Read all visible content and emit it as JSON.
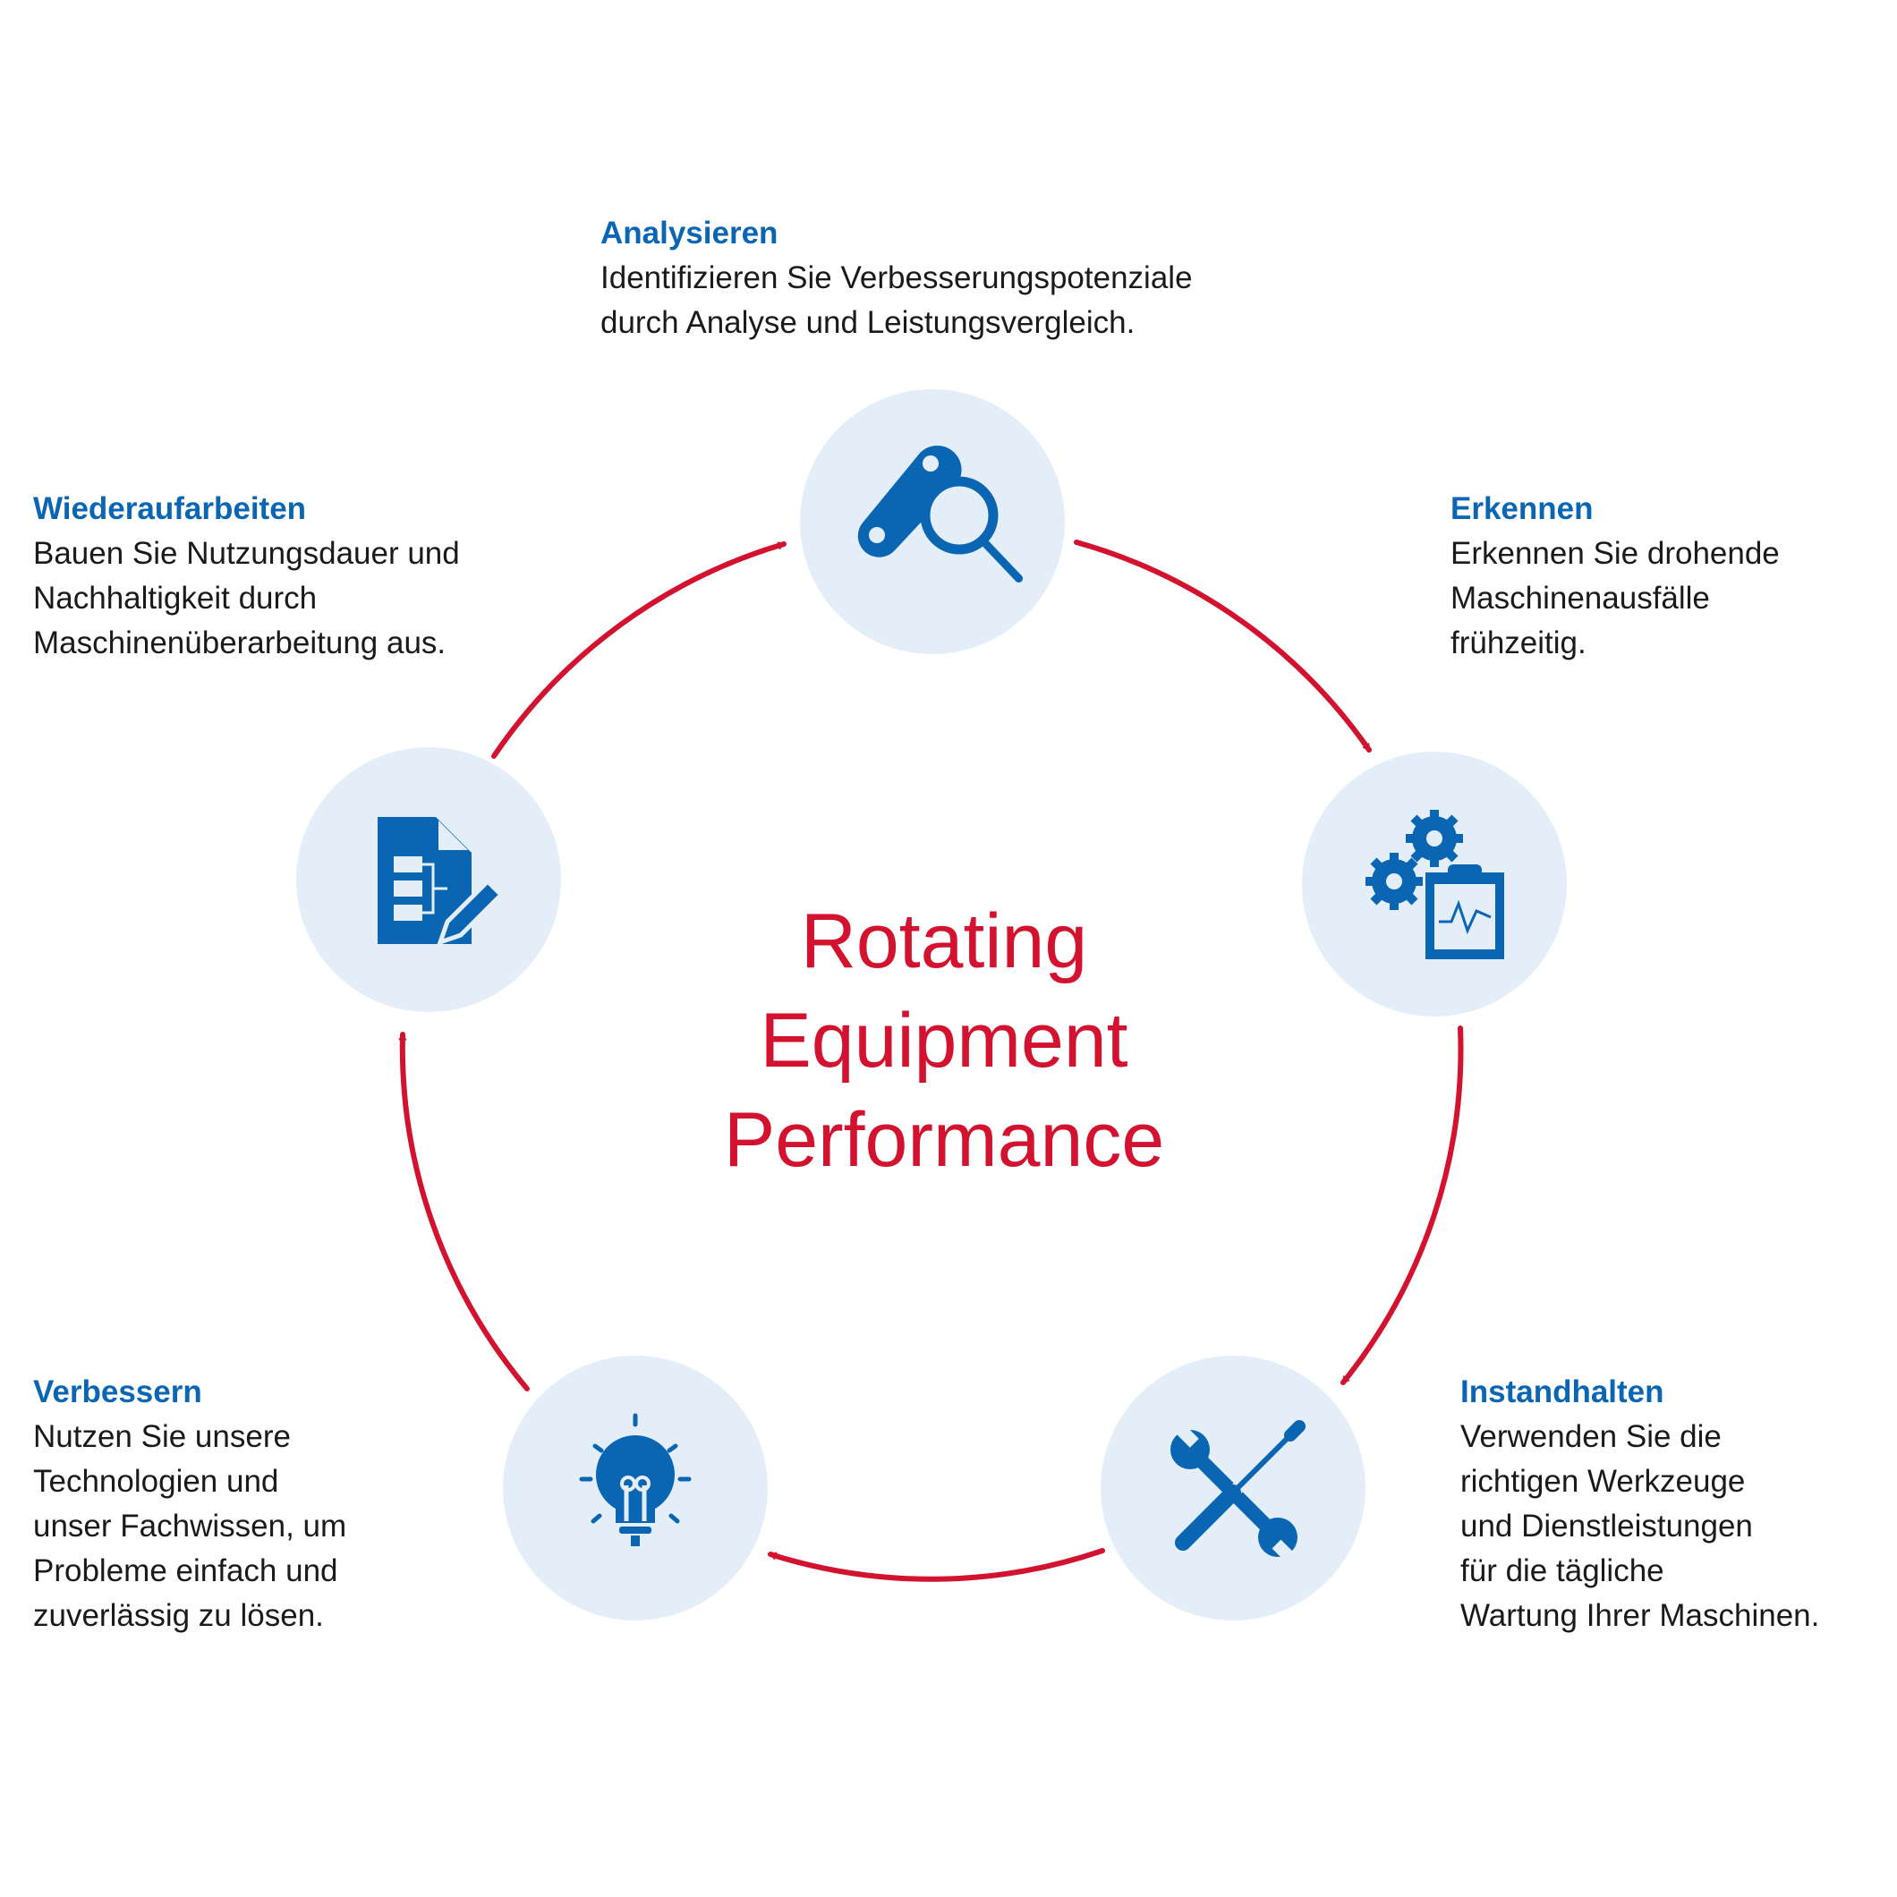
{
  "title": [
    "Rotating",
    "Equipment",
    "Performance"
  ],
  "colors": {
    "accent": "#d2122e",
    "brand": "#0a66b3",
    "circle": "#e4eef9"
  },
  "steps": [
    {
      "icon": "magnifier-belt-icon",
      "title": "Analysieren",
      "lines": [
        "Identifizieren Sie Verbesserungspotenziale",
        "durch Analyse und Leistungsvergleich."
      ]
    },
    {
      "icon": "gears-clipboard-icon",
      "title": "Erkennen",
      "lines": [
        "Erkennen Sie drohende",
        "Maschinenausfälle",
        "frühzeitig."
      ]
    },
    {
      "icon": "wrench-screwdriver-icon",
      "title": "Instandhalten",
      "lines": [
        "Verwenden Sie die",
        "richtigen Werkzeuge",
        "und Dienstleistungen",
        "für die tägliche",
        "Wartung Ihrer Maschinen."
      ]
    },
    {
      "icon": "lightbulb-icon",
      "title": "Verbessern",
      "lines": [
        "Nutzen Sie unsere",
        "Technologien und",
        "unser Fachwissen, um",
        "Probleme einfach und",
        "zuverlässig zu lösen."
      ]
    },
    {
      "icon": "document-edit-icon",
      "title": "Wiederaufarbeiten",
      "lines": [
        "Bauen Sie Nutzungsdauer und",
        "Nachhaltigkeit durch",
        "Maschinenüberarbeitung aus."
      ]
    }
  ]
}
